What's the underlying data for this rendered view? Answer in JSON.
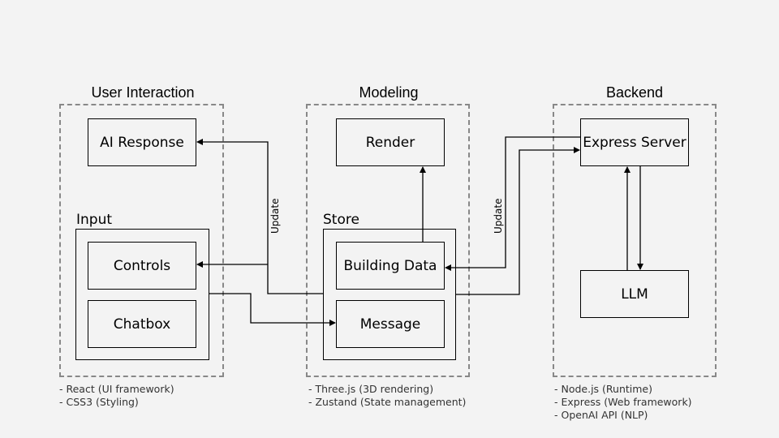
{
  "groups": {
    "user_interaction": {
      "title": "User Interaction",
      "ai_response": "AI Response",
      "input_label": "Input",
      "controls": "Controls",
      "chatbox": "Chatbox",
      "notes": [
        "- React (UI framework)",
        "- CSS3 (Styling)"
      ]
    },
    "modeling": {
      "title": "Modeling",
      "render": "Render",
      "store_label": "Store",
      "building_data": "Building Data",
      "message": "Message",
      "notes": [
        "- Three.js (3D rendering)",
        "- Zustand (State management)"
      ]
    },
    "backend": {
      "title": "Backend",
      "express_server": "Express Server",
      "llm": "LLM",
      "notes": [
        "- Node.js (Runtime)",
        "- Express (Web framework)",
        "- OpenAI API (NLP)"
      ]
    }
  },
  "edge_labels": {
    "update_left": "Update",
    "update_right": "Update"
  }
}
